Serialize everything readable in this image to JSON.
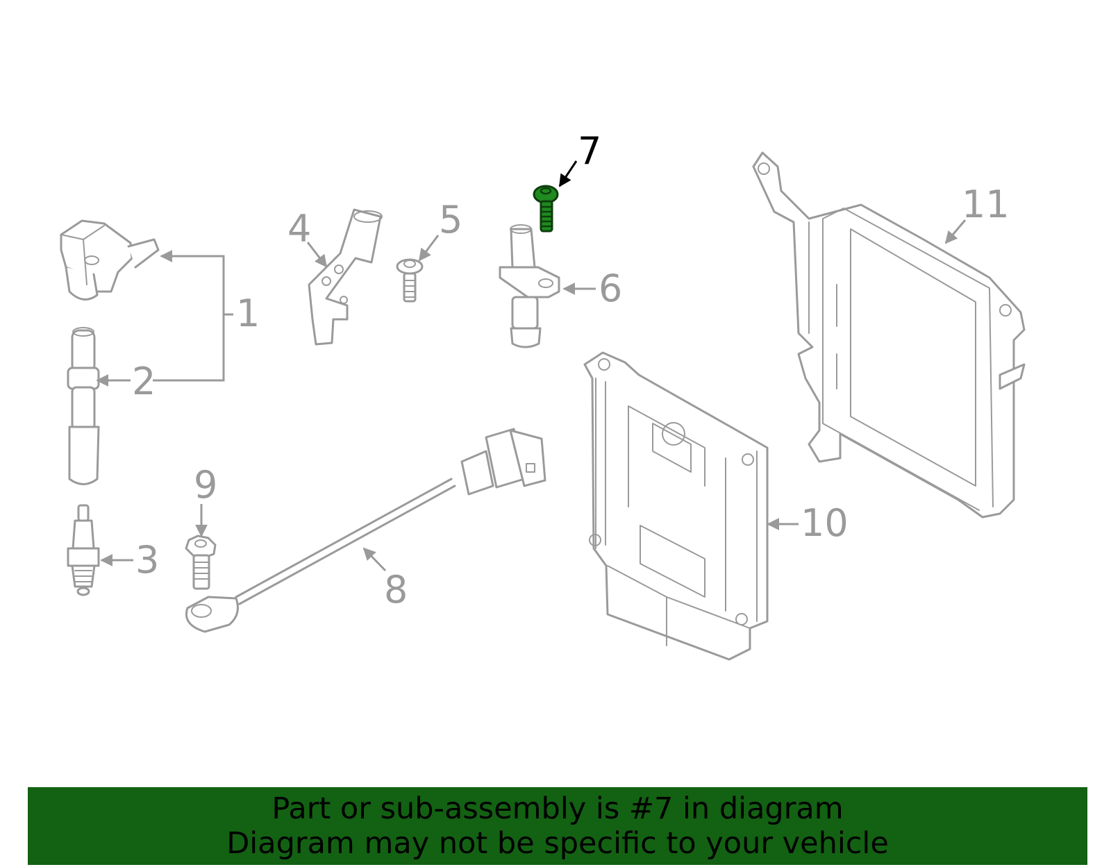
{
  "callouts": {
    "c1": "1",
    "c2": "2",
    "c3": "3",
    "c4": "4",
    "c5": "5",
    "c6": "6",
    "c7": "7",
    "c8": "8",
    "c9": "9",
    "c10": "10",
    "c11": "11"
  },
  "highlighted_part": "7",
  "colors": {
    "banner_bg": "#136113",
    "highlight_part": "#1f8a1f",
    "diagram_lines": "#9a9a9a",
    "highlight_label": "#000000"
  },
  "banner": {
    "line1": "Part or sub-assembly is #7 in diagram",
    "line2": "Diagram may not be specific to your vehicle"
  }
}
